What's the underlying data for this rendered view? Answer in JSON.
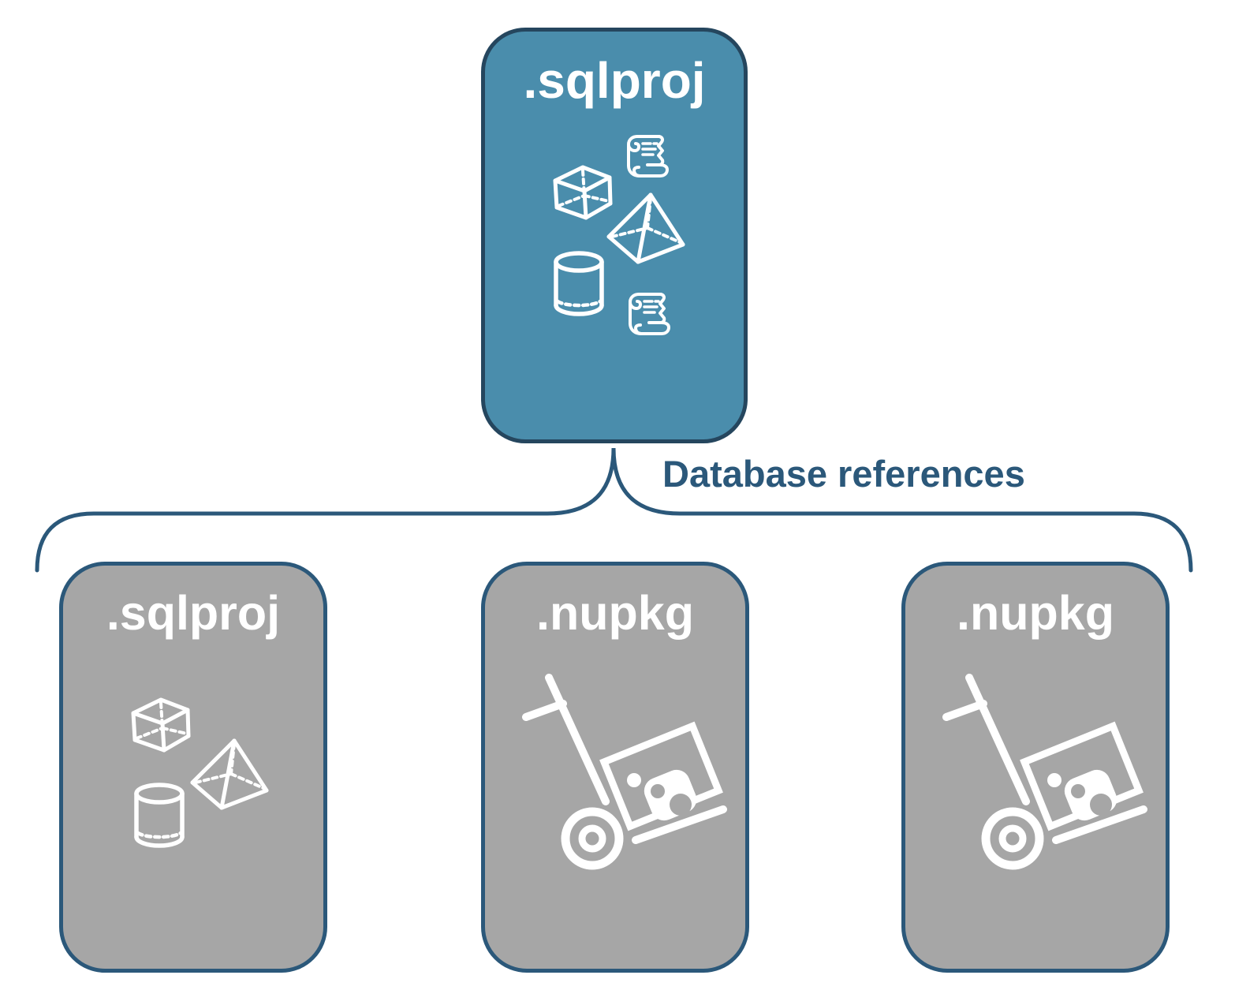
{
  "diagram": {
    "root": {
      "label": ".sqlproj",
      "fill_color": "#4a8dac",
      "border_color": "#25465e",
      "text_color": "#ffffff",
      "icons": [
        "scroll-icon",
        "cube-icon",
        "pyramid-icon",
        "cylinder-icon",
        "scroll-icon"
      ]
    },
    "connector": {
      "type": "curly-brace",
      "label": "Database references",
      "color": "#2b587a"
    },
    "children": [
      {
        "label": ".sqlproj",
        "fill_color": "#a6a6a6",
        "border_color": "#2b587a",
        "text_color": "#ffffff",
        "icons": [
          "cube-icon",
          "pyramid-icon",
          "cylinder-icon"
        ]
      },
      {
        "label": ".nupkg",
        "fill_color": "#a6a6a6",
        "border_color": "#2b587a",
        "text_color": "#ffffff",
        "icons": [
          "nuget-package-dolly-icon"
        ]
      },
      {
        "label": ".nupkg",
        "fill_color": "#a6a6a6",
        "border_color": "#2b587a",
        "text_color": "#ffffff",
        "icons": [
          "nuget-package-dolly-icon"
        ]
      }
    ]
  }
}
